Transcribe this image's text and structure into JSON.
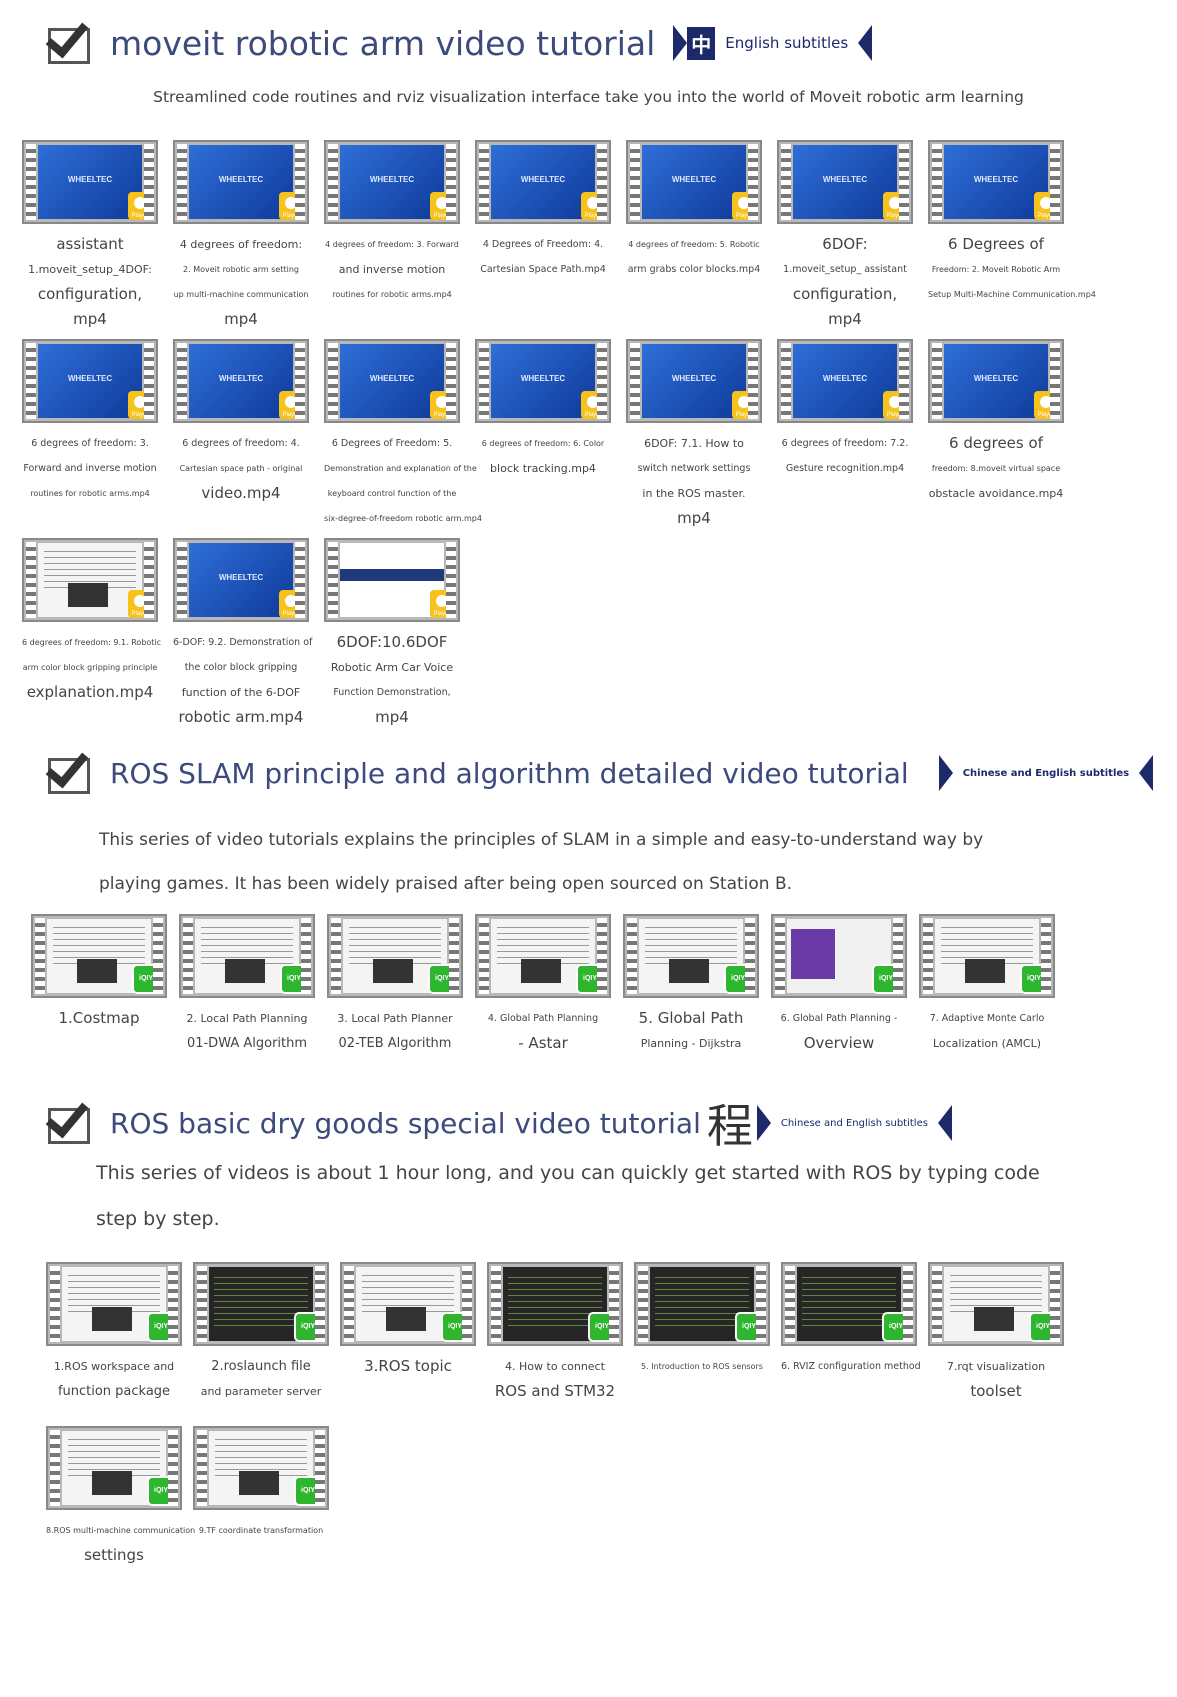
{
  "sections": [
    {
      "title": "moveit robotic arm video tutorial",
      "badge_glyph": "中",
      "badge_text": "English subtitles",
      "desc": "Streamlined code routines and rviz visualization interface take you into the world of Moveit robotic arm learning"
    },
    {
      "title": "ROS SLAM principle and algorithm detailed video tutorial",
      "badge_text": "Chinese and English subtitles",
      "desc_lines": [
        "This series of video tutorials explains the principles of SLAM in a simple and easy-to-understand way by",
        "playing games. It has been widely praised after being open sourced on Station B."
      ]
    },
    {
      "title": "ROS basic dry goods special video tutorial",
      "title_glyph": "程",
      "badge_text": "Chinese and English subtitles",
      "desc_lines": [
        "This series of videos is about 1 hour long, and you can quickly get started with ROS by typing code",
        "step by step."
      ]
    }
  ],
  "player_label": "Player",
  "iqiyi_label": "iQIYI",
  "brand_label": "WHEELTEC",
  "moveit_videos": [
    [
      "assistant",
      "1.moveit_setup_4DOF:",
      "configuration,",
      "mp4"
    ],
    [
      "4 degrees of freedom:",
      "2. Moveit robotic arm setting",
      "up multi-machine communication",
      "mp4"
    ],
    [
      "4 degrees of freedom: 3. Forward",
      "and inverse motion",
      "routines for robotic arms.mp4"
    ],
    [
      "4 Degrees of Freedom: 4.",
      "Cartesian Space Path.mp4"
    ],
    [
      "4 degrees of freedom: 5. Robotic",
      "arm grabs color blocks.mp4"
    ],
    [
      "6DOF:",
      "1.moveit_setup_ assistant",
      "configuration,",
      "mp4"
    ],
    [
      "6 Degrees of",
      "Freedom: 2. Moveit Robotic Arm",
      "Setup Multi-Machine Communication.mp4"
    ],
    [
      "6 degrees of freedom: 3.",
      "Forward and inverse motion",
      "routines for robotic arms.mp4"
    ],
    [
      "6 degrees of freedom: 4.",
      "Cartesian space path - original",
      "video.mp4"
    ],
    [
      "6 Degrees of Freedom: 5.",
      "Demonstration and explanation of the",
      "keyboard control function of the",
      "six-degree-of-freedom robotic arm.mp4"
    ],
    [
      "6 degrees of freedom: 6. Color",
      "block tracking.mp4"
    ],
    [
      "6DOF: 7.1. How to",
      "switch network settings",
      "in the ROS master.",
      "mp4"
    ],
    [
      "6 degrees of freedom: 7.2.",
      "Gesture recognition.mp4"
    ],
    [
      "6 degrees of",
      "freedom: 8.moveit virtual space",
      "obstacle avoidance.mp4"
    ],
    [
      "6 degrees of freedom: 9.1. Robotic",
      "arm color block gripping principle",
      "explanation.mp4"
    ],
    [
      "6-DOF: 9.2. Demonstration of",
      "the color block gripping",
      "function of the 6-DOF",
      "robotic arm.mp4"
    ],
    [
      "6DOF:10.6DOF",
      "Robotic Arm Car Voice",
      "Function Demonstration,",
      "mp4"
    ]
  ],
  "slam_videos": [
    [
      "1.Costmap"
    ],
    [
      "2. Local Path Planning",
      "01-DWA Algorithm"
    ],
    [
      "3. Local Path Planner",
      "02-TEB Algorithm"
    ],
    [
      "4. Global Path Planning",
      "- Astar"
    ],
    [
      "5. Global Path",
      "Planning - Dijkstra"
    ],
    [
      "6. Global Path Planning -",
      "Overview"
    ],
    [
      "7. Adaptive Monte Carlo",
      "Localization (AMCL)"
    ]
  ],
  "ros_videos": [
    [
      "1.ROS workspace and",
      "function package"
    ],
    [
      "2.roslaunch file",
      "and parameter server"
    ],
    [
      "3.ROS topic"
    ],
    [
      "4. How to connect",
      "ROS and STM32"
    ],
    [
      "5. Introduction to ROS sensors"
    ],
    [
      "6. RVIZ configuration method"
    ],
    [
      "7.rqt visualization",
      "toolset"
    ],
    [
      "8.ROS multi-machine communication",
      "settings"
    ],
    [
      "9.TF coordinate transformation"
    ]
  ]
}
